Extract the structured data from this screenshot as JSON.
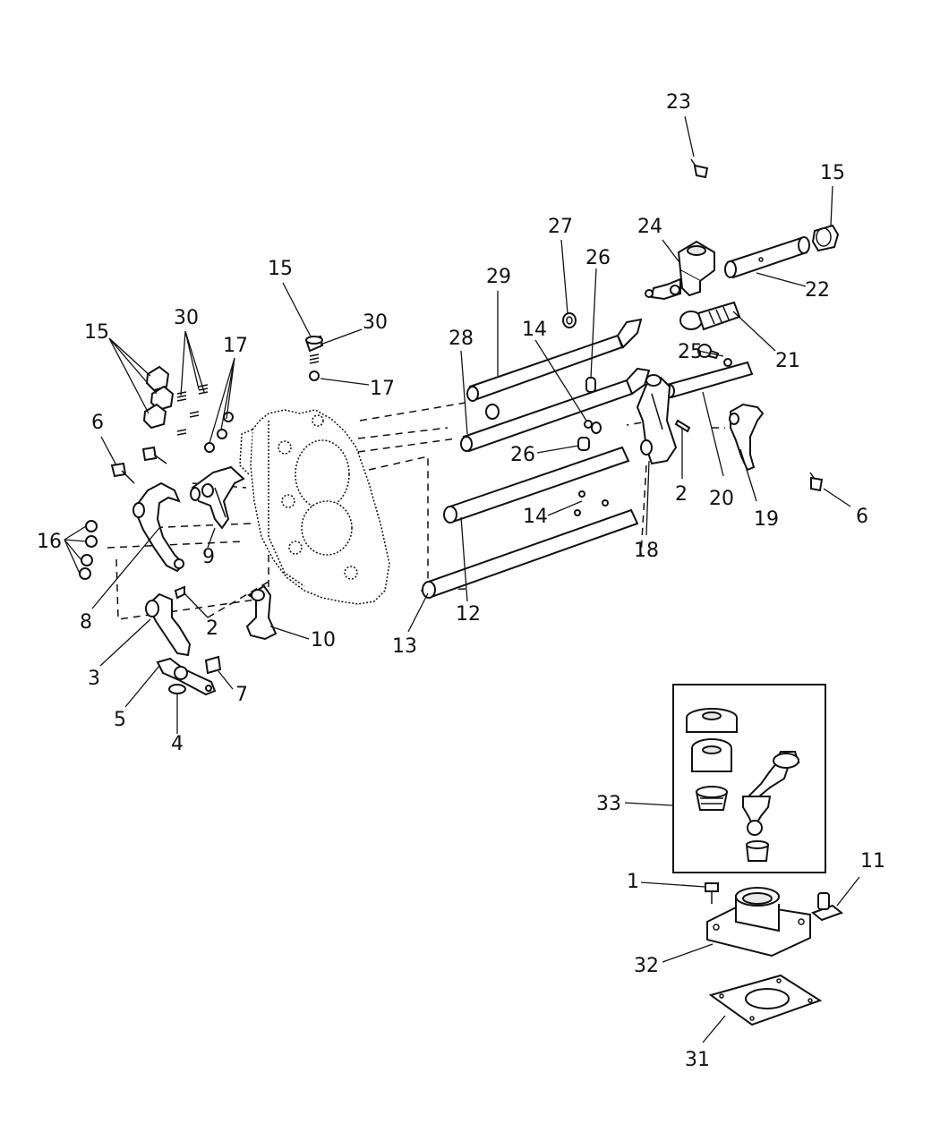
{
  "callouts": [
    {
      "id": "c23a",
      "text": "23"
    },
    {
      "id": "c15a",
      "text": "15"
    },
    {
      "id": "c27",
      "text": "27"
    },
    {
      "id": "c24",
      "text": "24"
    },
    {
      "id": "c26a",
      "text": "26"
    },
    {
      "id": "c29",
      "text": "29"
    },
    {
      "id": "c22",
      "text": "22"
    },
    {
      "id": "c15b",
      "text": "15"
    },
    {
      "id": "c30a",
      "text": "30"
    },
    {
      "id": "c28",
      "text": "28"
    },
    {
      "id": "c14a",
      "text": "14"
    },
    {
      "id": "c15c",
      "text": "15"
    },
    {
      "id": "c30b",
      "text": "30"
    },
    {
      "id": "c17a",
      "text": "17"
    },
    {
      "id": "c21",
      "text": "21"
    },
    {
      "id": "c25",
      "text": "25"
    },
    {
      "id": "c17b",
      "text": "17"
    },
    {
      "id": "c6a",
      "text": "6"
    },
    {
      "id": "c26b",
      "text": "26"
    },
    {
      "id": "c2a",
      "text": "2"
    },
    {
      "id": "c20",
      "text": "20"
    },
    {
      "id": "c19",
      "text": "19"
    },
    {
      "id": "c6b",
      "text": "6"
    },
    {
      "id": "c16",
      "text": "16"
    },
    {
      "id": "c14b",
      "text": "14"
    },
    {
      "id": "c9",
      "text": "9"
    },
    {
      "id": "c18",
      "text": "18"
    },
    {
      "id": "c12",
      "text": "12"
    },
    {
      "id": "c8",
      "text": "8"
    },
    {
      "id": "c2b",
      "text": "2"
    },
    {
      "id": "c10",
      "text": "10"
    },
    {
      "id": "c13",
      "text": "13"
    },
    {
      "id": "c3",
      "text": "3"
    },
    {
      "id": "c7",
      "text": "7"
    },
    {
      "id": "c5",
      "text": "5"
    },
    {
      "id": "c4",
      "text": "4"
    },
    {
      "id": "c33",
      "text": "33"
    },
    {
      "id": "c1",
      "text": "1"
    },
    {
      "id": "c11",
      "text": "11"
    },
    {
      "id": "c32",
      "text": "32"
    },
    {
      "id": "c31",
      "text": "31"
    }
  ]
}
